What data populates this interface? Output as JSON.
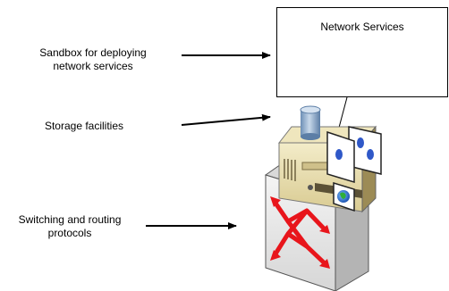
{
  "diagram": {
    "sandbox_label": {
      "line1": "Sandbox for deploying",
      "line2": "network services"
    },
    "storage_label": "Storage facilities",
    "switching_label": {
      "line1": "Switching and routing",
      "line2": "protocols"
    },
    "services_box_title": "Network Services"
  },
  "icons": [
    "storage-cylinder-icon",
    "server-icon",
    "globe-icon",
    "service-card-icon",
    "router-switch-icon",
    "routing-arrows-icon"
  ],
  "colors": {
    "server_body": "#e9dfb4",
    "server_dark": "#9c8b55",
    "switch_front": "#ebebeb",
    "switch_side": "#b4b4b4",
    "routing_arrows": "#e8151b",
    "cylinder": "#a3bdd8",
    "card_dot": "#2f58c8",
    "arrow": "#000000"
  }
}
